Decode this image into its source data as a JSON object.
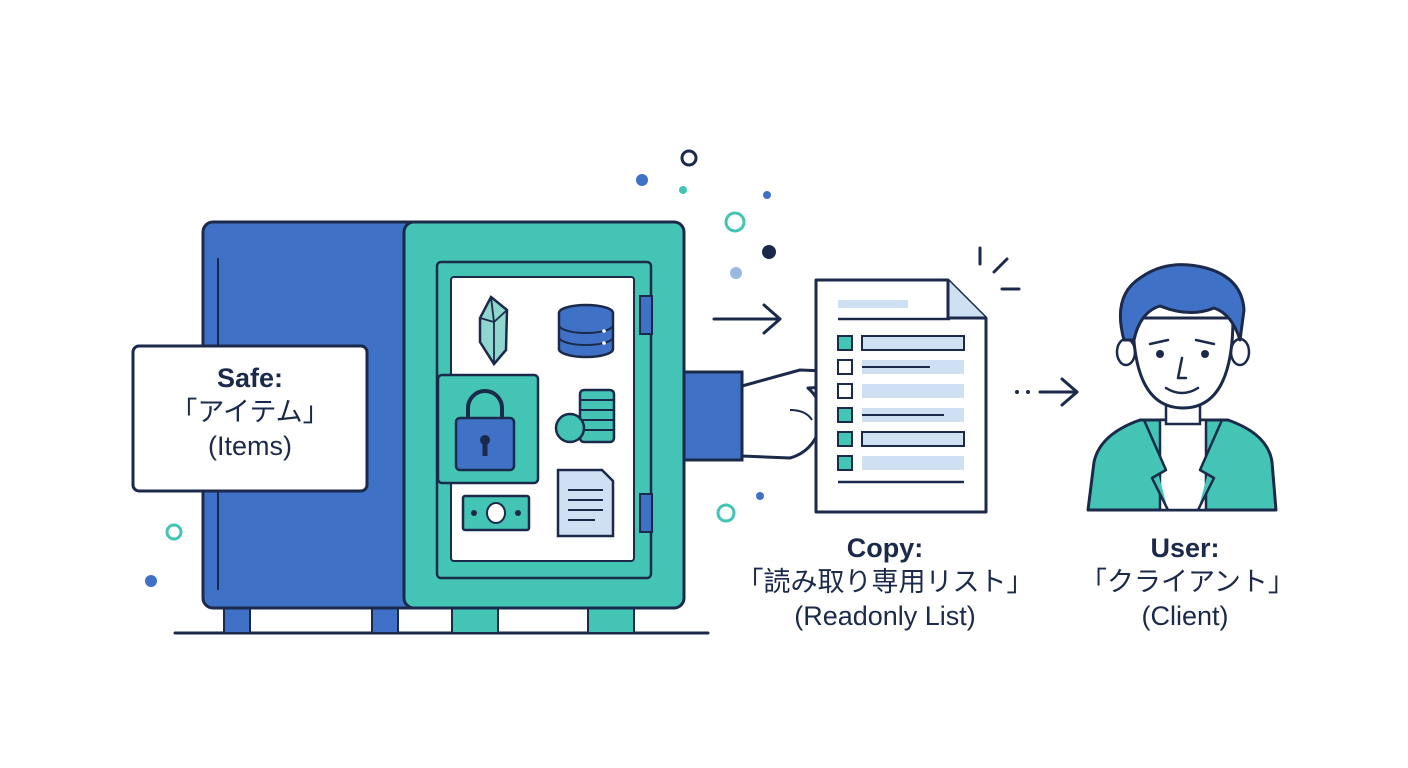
{
  "safe": {
    "title": "Safe:",
    "japanese": "「アイテム」",
    "english": "(Items)"
  },
  "copy": {
    "title": "Copy:",
    "japanese": "「読み取り専用リスト」",
    "english": "(Readonly List)"
  },
  "user": {
    "title": "User:",
    "japanese": "「クライアント」",
    "english": "(Client)"
  },
  "colors": {
    "outline": "#1b2a4a",
    "blue": "#3f72c7",
    "teal": "#43c4b4",
    "light_blue": "#cfe0f3",
    "white": "#ffffff"
  }
}
